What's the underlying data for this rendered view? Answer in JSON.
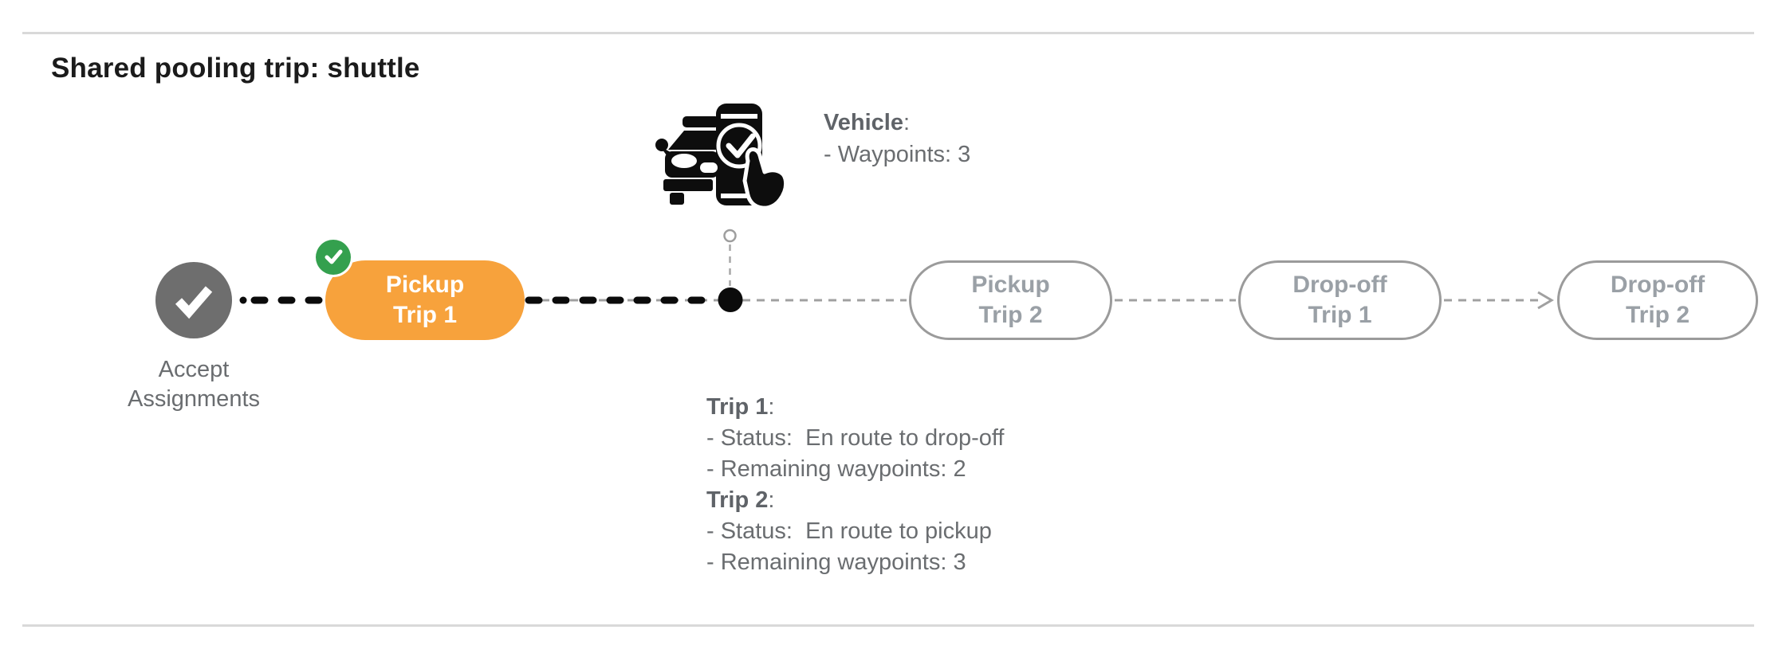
{
  "page": {
    "title": "Shared pooling trip: shuttle"
  },
  "colors": {
    "accent_orange": "#F7A23C",
    "success_green": "#34A04E",
    "start_circle_gray": "#6E6E6E",
    "pending_pill_gray": "#9AA0A6",
    "connector_black": "#0B0B0B",
    "connector_gray": "#A0A0A0",
    "divider_gray": "#D9D9D9"
  },
  "timeline": {
    "start": {
      "label_line1": "Accept",
      "label_line2": "Assignments"
    },
    "nodes": [
      {
        "id": "pickup-trip-1",
        "line1": "Pickup",
        "line2": "Trip 1",
        "state": "completed-active",
        "completed_badge": true
      },
      {
        "id": "pickup-trip-2",
        "line1": "Pickup",
        "line2": "Trip 2",
        "state": "pending",
        "completed_badge": false
      },
      {
        "id": "dropoff-trip-1",
        "line1": "Drop-off",
        "line2": "Trip 1",
        "state": "pending",
        "completed_badge": false
      },
      {
        "id": "dropoff-trip-2",
        "line1": "Drop-off",
        "line2": "Trip 2",
        "state": "pending",
        "completed_badge": false
      }
    ],
    "icons": {
      "start_check": "check-icon",
      "completed_badge": "check-icon",
      "vehicle": "vehicle-phone-check-icon",
      "current_position": "filled-dot",
      "arrow": "arrow-head"
    }
  },
  "vehicle_info": {
    "label": "Vehicle",
    "colon": ":",
    "waypoints_line": "- Waypoints: 3"
  },
  "trip_info": {
    "trip1": {
      "label": "Trip 1",
      "colon": ":",
      "status_line": "- Status:  En route to drop-off",
      "waypoints_line": "- Remaining waypoints: 2"
    },
    "trip2": {
      "label": "Trip 2",
      "colon": ":",
      "status_line": "- Status:  En route to pickup",
      "waypoints_line": "- Remaining waypoints: 3"
    }
  }
}
